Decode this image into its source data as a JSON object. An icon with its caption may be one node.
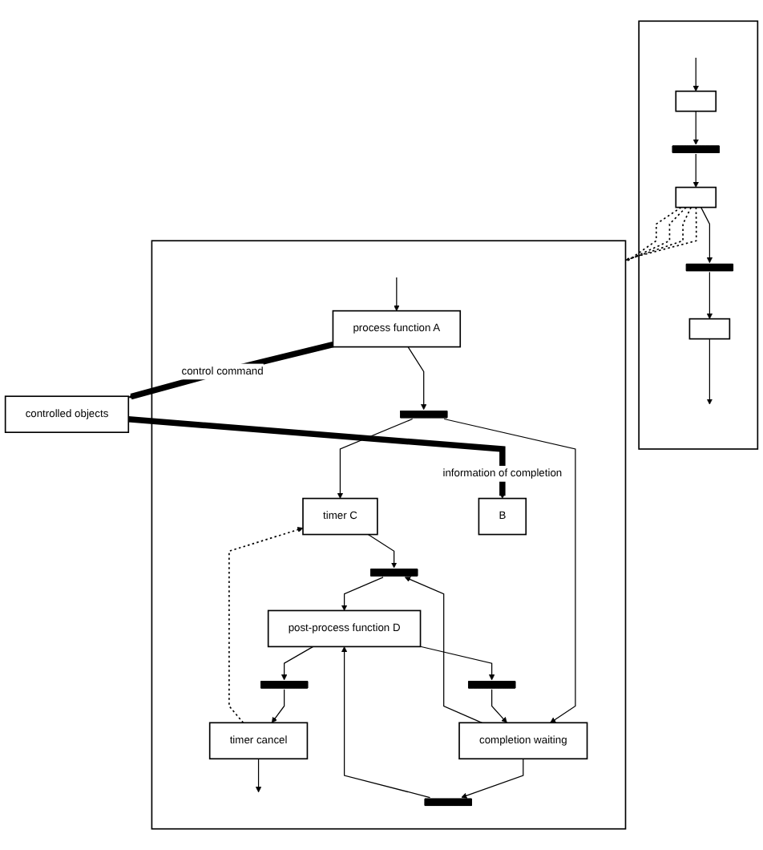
{
  "diagram": {
    "nodes": [
      {
        "text": [],
        "shape": "box"
      },
      {
        "text": [],
        "shape": "box",
        "in": 0
      },
      {
        "text": [],
        "shape": "bar",
        "in": 0
      },
      {
        "text": [],
        "shape": "box",
        "in": 0
      },
      {
        "text": [],
        "shape": "bar",
        "in": 0
      },
      {
        "text": [],
        "shape": "box",
        "in": 0
      },
      {
        "text": [],
        "shape": "box"
      },
      {
        "text": [
          "timer C"
        ],
        "in": 6
      },
      {
        "text": [
          "process function A"
        ],
        "in": 6
      },
      {
        "text": [],
        "shape": "bar",
        "in": 6
      },
      {
        "text": [
          "completion waiting"
        ],
        "in": 6
      },
      {
        "text": [],
        "shape": "bar",
        "in": 6
      },
      {
        "text": [],
        "shape": "bar",
        "in": 6
      },
      {
        "text": [
          "post-process function D"
        ],
        "in": 6
      },
      {
        "text": [],
        "shape": "bar",
        "in": 6
      },
      {
        "text": [
          "timer cancel"
        ],
        "in": 6
      },
      {
        "text": [],
        "shape": "bar",
        "in": 6
      },
      {
        "text": [
          "B"
        ],
        "in": 6
      },
      {
        "text": [
          "controlled objects"
        ]
      }
    ],
    "edges": [
      {
        "from": null,
        "to": 1,
        "arrow": "to"
      },
      {
        "from": 1,
        "to": 2,
        "arrow": "to"
      },
      {
        "from": 2,
        "to": 3,
        "arrow": "to"
      },
      {
        "from": 3,
        "to": 4,
        "arrow": "to"
      },
      {
        "from": 4,
        "to": 5,
        "arrow": "to"
      },
      {
        "from": 5,
        "to": null,
        "arrow": "to"
      },
      {
        "from": 3,
        "to": 6,
        "arrow": "none",
        "style": "dashed"
      },
      {
        "from": 3,
        "to": 6,
        "arrow": "none",
        "style": "dashed"
      },
      {
        "from": 3,
        "to": 6,
        "arrow": "none",
        "style": "dashed"
      },
      {
        "from": 3,
        "to": 6,
        "arrow": "none",
        "style": "dashed"
      },
      {
        "from": null,
        "to": 8,
        "arrow": "to"
      },
      {
        "from": 8,
        "to": 9,
        "arrow": "to"
      },
      {
        "from": 9,
        "to": 7,
        "arrow": "to"
      },
      {
        "from": 9,
        "to": 10,
        "arrow": "to"
      },
      {
        "from": 7,
        "to": 11,
        "arrow": "to"
      },
      {
        "from": 10,
        "to": 11,
        "arrow": "to"
      },
      {
        "from": 11,
        "to": 13,
        "arrow": "to"
      },
      {
        "from": 10,
        "to": 12,
        "arrow": "to"
      },
      {
        "from": 12,
        "to": 13,
        "arrow": "to"
      },
      {
        "from": 13,
        "to": 14,
        "arrow": "to"
      },
      {
        "from": 14,
        "to": 15,
        "arrow": "to"
      },
      {
        "from": 15,
        "to": null,
        "arrow": "to"
      },
      {
        "from": 15,
        "to": 7,
        "arrow": "to",
        "style": "dashed"
      },
      {
        "from": 13,
        "to": 16,
        "arrow": "to"
      },
      {
        "from": 16,
        "to": 10,
        "arrow": "to"
      },
      {
        "from": 8,
        "to": 18,
        "arrow": "to",
        "style": "thick",
        "label": "control command"
      },
      {
        "from": 18,
        "to": 17,
        "arrow": "to",
        "style": "thick",
        "label": "information of completion"
      }
    ]
  }
}
